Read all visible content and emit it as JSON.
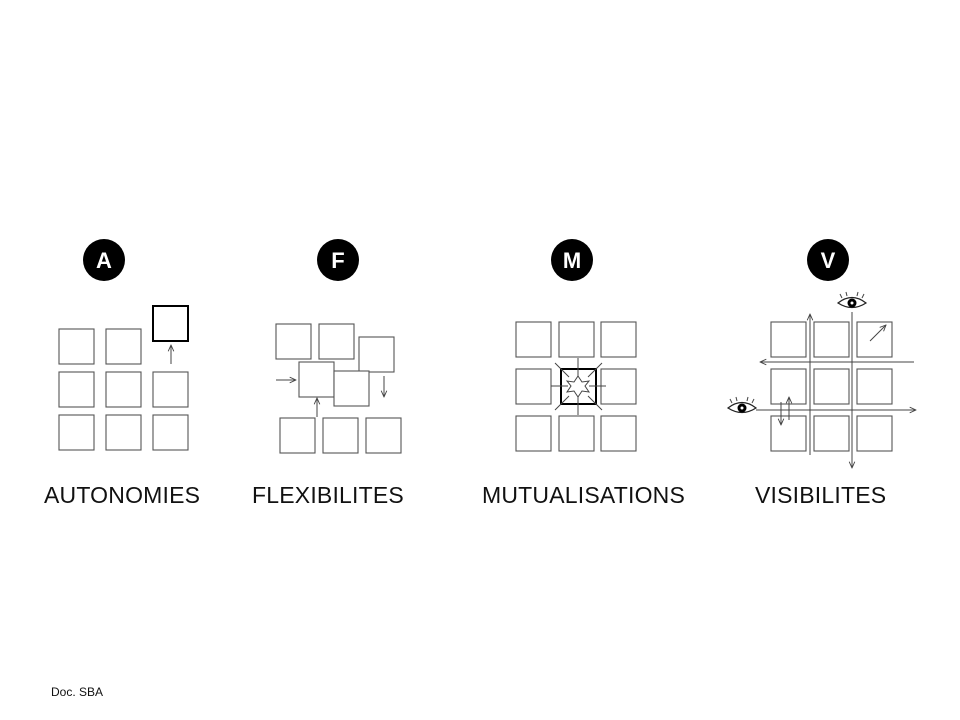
{
  "colors": {
    "badge": "#000000",
    "badge_text": "#ffffff",
    "line": "#444444",
    "text": "#111111"
  },
  "concepts": [
    {
      "letter": "A",
      "label": "AUTONOMIES"
    },
    {
      "letter": "F",
      "label": "FLEXIBILITES"
    },
    {
      "letter": "M",
      "label": "MUTUALISATIONS"
    },
    {
      "letter": "V",
      "label": "VISIBILITES"
    }
  ],
  "icons": {
    "arrows": "arrow-icon",
    "eyes": "eye-icon",
    "burst": "burst-icon"
  },
  "footer": {
    "credit": "Doc. SBA"
  }
}
